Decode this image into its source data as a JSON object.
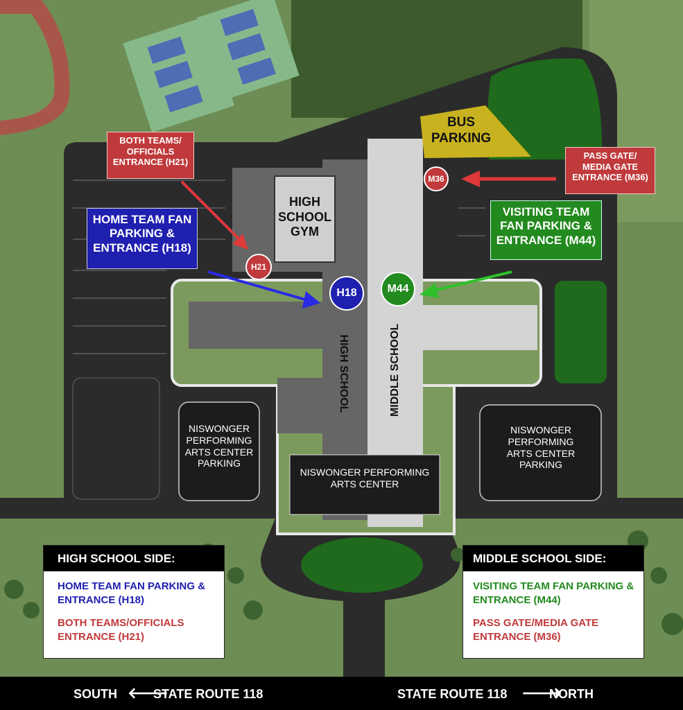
{
  "colors": {
    "red": "#c0393b",
    "blue": "#1f1fb0",
    "green": "#228a1e",
    "bus_yellow": "#c9b21f",
    "high_school_building": "#666666",
    "middle_school_building": "#d4d4d4",
    "asphalt": "#2b2b2b"
  },
  "callouts": {
    "both_teams": "BOTH TEAMS/ OFFICIALS ENTRANCE (H21)",
    "home_team": "HOME TEAM FAN PARKING & ENTRANCE (H18)",
    "pass_gate": "PASS GATE/ MEDIA GATE ENTRANCE (M36)",
    "visiting_team": "VISITING TEAM FAN PARKING & ENTRANCE (M44)"
  },
  "markers": {
    "h21": "H21",
    "h18": "H18",
    "m36": "M36",
    "m44": "M44"
  },
  "buildings": {
    "gym": "HIGH SCHOOL GYM",
    "high_school": "HIGH SCHOOL",
    "middle_school": "MIDDLE SCHOOL",
    "arts_center": "NISWONGER PERFORMING ARTS CENTER",
    "bus_parking": "BUS PARKING"
  },
  "parking": {
    "left": "NISWONGER PERFORMING ARTS CENTER PARKING",
    "right": "NISWONGER PERFORMING ARTS CENTER PARKING"
  },
  "legend_hs": {
    "title": "HIGH SCHOOL SIDE:",
    "line1": "HOME TEAM FAN PARKING & ENTRANCE (H18)",
    "line2": "BOTH TEAMS/OFFICIALS ENTRANCE (H21)"
  },
  "legend_ms": {
    "title": "MIDDLE SCHOOL SIDE:",
    "line1": "VISITING TEAM FAN PARKING & ENTRANCE (M44)",
    "line2": "PASS GATE/MEDIA GATE ENTRANCE (M36)"
  },
  "footer": {
    "south": "SOUTH",
    "route_left": "STATE ROUTE 118",
    "route_right": "STATE ROUTE 118",
    "north": "NORTH",
    "arrow_left": "🡐",
    "arrow_right": "🡒"
  }
}
